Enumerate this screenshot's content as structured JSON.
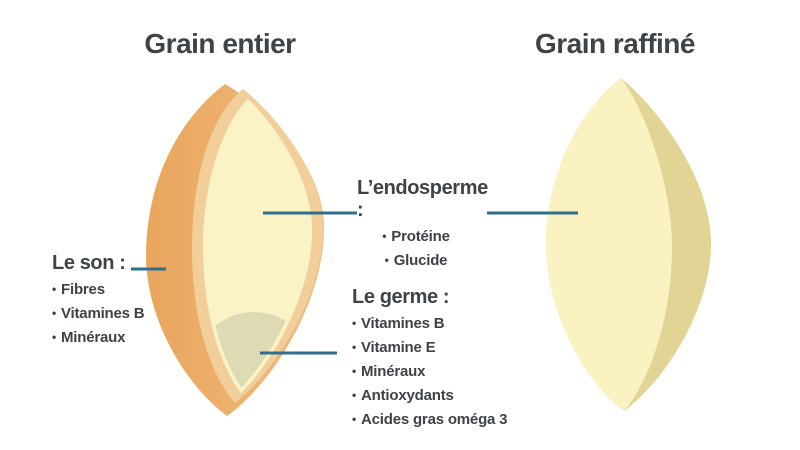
{
  "titles": {
    "whole": "Grain entier",
    "refined": "Grain raffiné"
  },
  "sections": {
    "bran": {
      "heading": "Le son :",
      "items": [
        "Fibres",
        "Vitamines B",
        "Minéraux"
      ]
    },
    "endosperm": {
      "heading": "L’endosperme :",
      "items": [
        "Protéine",
        "Glucide"
      ]
    },
    "germ": {
      "heading": "Le germe :",
      "items": [
        "Vitamines B",
        "Vitamine E",
        "Minéraux",
        "Antioxydants",
        "Acides gras oméga 3"
      ]
    }
  },
  "colors": {
    "background": "#FFFFFF",
    "text": "#3E4347",
    "connector_line": "#2F6E8E",
    "bran_dark": "#E9A55C",
    "bran_light": "#F0BD80",
    "cross_section": "#F2CF9A",
    "endosperm": "#FAF3C5",
    "germ": "#DEDBB4",
    "refined_front": "#FAF2C0",
    "refined_side": "#E2D494"
  }
}
